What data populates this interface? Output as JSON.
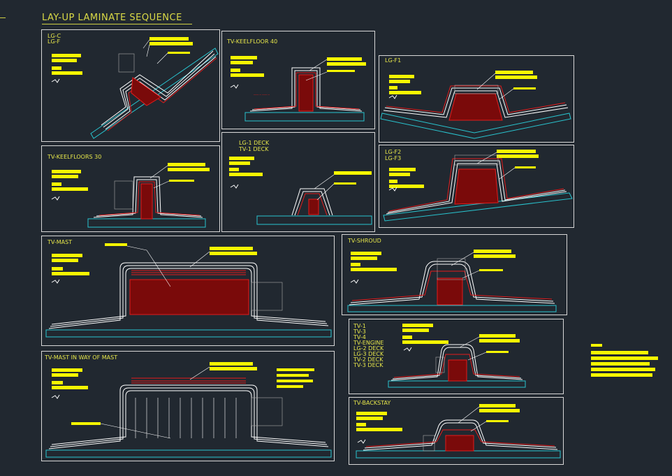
{
  "title": "LAY-UP LAMINATE SEQUENCE",
  "colors": {
    "background": "#212830",
    "panel_border": "#d7d7d7",
    "label": "#e6e64a",
    "callout_bar": "#f7f700",
    "ply": "#ffffff",
    "ply_red": "#e31b1b",
    "core": "#c41212",
    "base": "#29c4cf"
  },
  "panels": [
    {
      "id": "lg-c",
      "labels": [
        "LG-C",
        "LG-F"
      ]
    },
    {
      "id": "tv-keelfloor-40",
      "labels": [
        "TV-KEELFLOOR 40"
      ]
    },
    {
      "id": "lg-f1",
      "labels": [
        "LG-F1"
      ]
    },
    {
      "id": "tv-keelfloors-30",
      "labels": [
        "TV-KEELFLOORS 30"
      ]
    },
    {
      "id": "lg-1-deck",
      "labels": [
        "LG-1 DECK",
        "TV-1 DECK"
      ]
    },
    {
      "id": "lg-f2",
      "labels": [
        "LG-F2",
        "LG-F3"
      ]
    },
    {
      "id": "tv-mast",
      "labels": [
        "TV-MAST"
      ]
    },
    {
      "id": "tv-shroud",
      "labels": [
        "TV-SHROUD"
      ]
    },
    {
      "id": "tv-1",
      "labels": [
        "TV-1",
        "TV-3",
        "TV-4",
        "TV-ENGINE",
        "LG-2 DECK",
        "LG-3 DECK",
        "TV-2 DECK",
        "TV-3 DECK"
      ]
    },
    {
      "id": "tv-mast-in-way",
      "labels": [
        "TV-MAST IN WAY OF MAST"
      ]
    },
    {
      "id": "tv-backstay",
      "labels": [
        "TV-BACKSTAY"
      ]
    }
  ]
}
